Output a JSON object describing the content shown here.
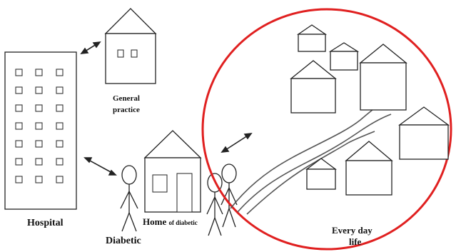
{
  "labels": {
    "general_practice_line1": "General",
    "general_practice_line2": "practice",
    "hospital": "Hospital",
    "home_prefix": "Home ",
    "home_suffix": "of diabetic",
    "diabetic": "Diabetic",
    "every_day_line1": "Every day",
    "every_day_line2": "life"
  },
  "colors": {
    "ink": "#222222",
    "circle": "#e02020",
    "road": "#555555",
    "background": "#ffffff"
  }
}
